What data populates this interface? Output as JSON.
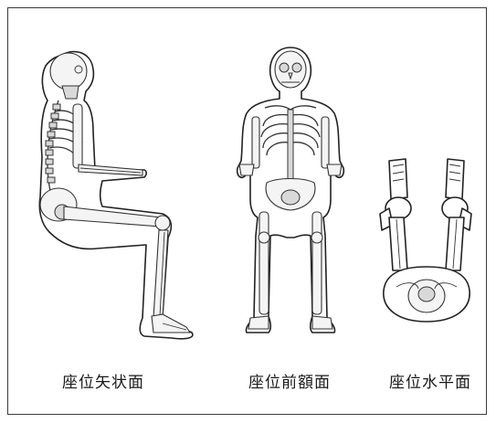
{
  "captions": {
    "sagittal": "座位矢状面",
    "frontal": "座位前額面",
    "horizontal": "座位水平面"
  },
  "colors": {
    "frame": "#3a3a3a",
    "outline": "#222222",
    "bone_fill": "#f4f4f4"
  }
}
